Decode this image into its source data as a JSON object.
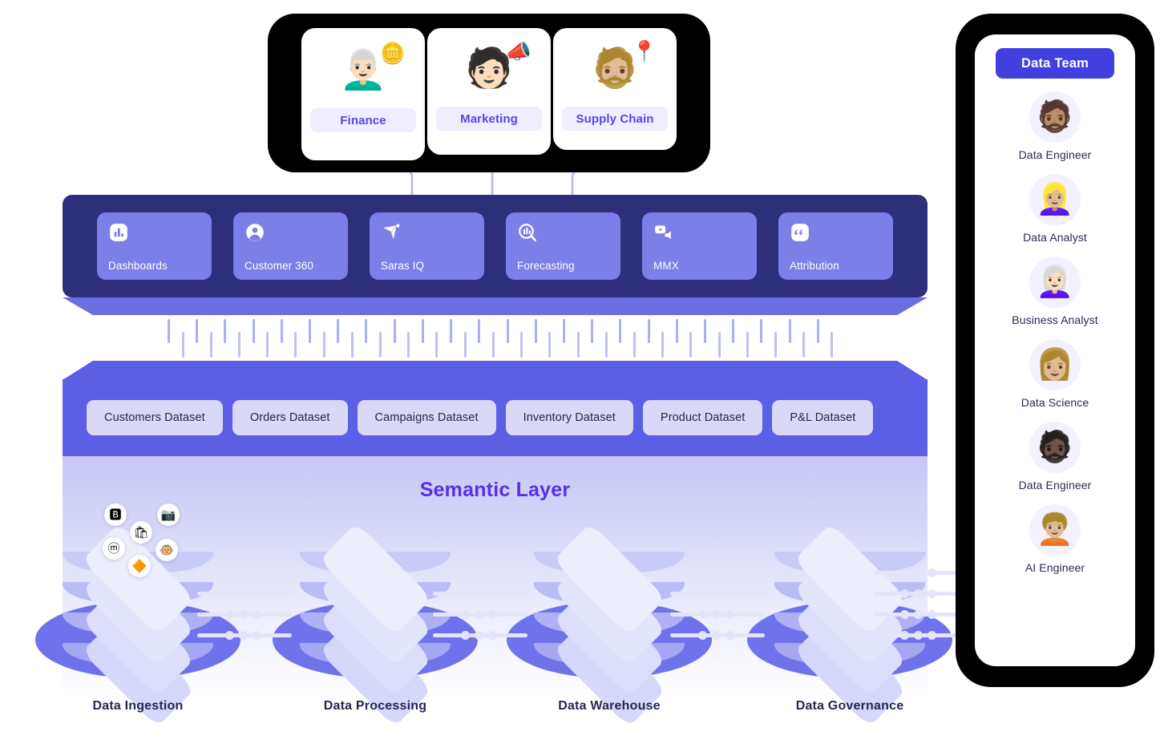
{
  "business_teams": [
    {
      "label": "Finance",
      "face": "👨🏻‍🦳",
      "badge": "🪙",
      "badge_name": "coin-icon"
    },
    {
      "label": "Marketing",
      "face": "🧑🏻",
      "badge": "📣",
      "badge_name": "megaphone-icon"
    },
    {
      "label": "Supply Chain",
      "face": "🧔🏼",
      "badge": "📍",
      "badge_name": "location-pin-icon"
    }
  ],
  "apps": [
    {
      "label": "Dashboards",
      "icon": "bar-chart-icon"
    },
    {
      "label": "Customer 360",
      "icon": "user-circle-icon"
    },
    {
      "label": "Saras IQ",
      "icon": "paper-plane-icon"
    },
    {
      "label": "Forecasting",
      "icon": "chart-search-icon"
    },
    {
      "label": "MMX",
      "icon": "media-mix-icon"
    },
    {
      "label": "Attribution",
      "icon": "quote-icon"
    }
  ],
  "datasets": [
    "Customers Dataset",
    "Orders Dataset",
    "Campaigns Dataset",
    "Inventory Dataset",
    "Product Dataset",
    "P&L Dataset"
  ],
  "semantic_layer": {
    "title": "Semantic Layer"
  },
  "infrastructure": [
    {
      "label": "Data Ingestion"
    },
    {
      "label": "Data Processing"
    },
    {
      "label": "Data Warehouse"
    },
    {
      "label": "Data Governance"
    }
  ],
  "source_connectors": [
    {
      "name": "bing-icon",
      "glyph": "🅱"
    },
    {
      "name": "instagram-icon",
      "glyph": "📷"
    },
    {
      "name": "shopify-icon",
      "glyph": "🛍"
    },
    {
      "name": "mastodon-icon",
      "glyph": "ⓜ"
    },
    {
      "name": "mailchimp-icon",
      "glyph": "🐵"
    },
    {
      "name": "magento-icon",
      "glyph": "🔶"
    }
  ],
  "data_team": {
    "badge": "Data Team",
    "members": [
      {
        "role": "Data Engineer",
        "face": "🧔🏽"
      },
      {
        "role": "Data Analyst",
        "face": "👱🏼‍♀️"
      },
      {
        "role": "Business Analyst",
        "face": "👩🏻‍🦳"
      },
      {
        "role": "Data Science",
        "face": "👩🏼"
      },
      {
        "role": "Data Engineer",
        "face": "🧔🏿"
      },
      {
        "role": "AI Engineer",
        "face": "🧑🏼‍🦱"
      }
    ]
  },
  "colors": {
    "navy_bar": "#2e2f7a",
    "app_tile": "#7b7fe8",
    "semantic_band": "#5b5fe3",
    "accent_purple": "#5b2ee8",
    "team_badge": "#4040e0",
    "chip_bg": "#d9d8f7",
    "platter": "#6e73ec"
  }
}
